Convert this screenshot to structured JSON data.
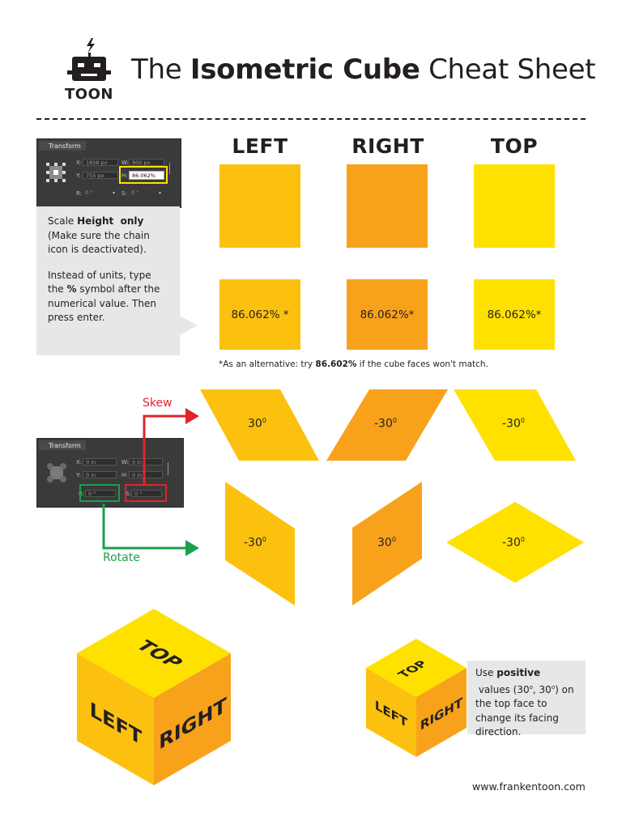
{
  "header": {
    "logo_text": "TOON",
    "title_pre": "The ",
    "title_bold": "Isometric Cube",
    "title_post": " Cheat Sheet"
  },
  "columns": [
    "LEFT",
    "RIGHT",
    "TOP"
  ],
  "colors": {
    "left": "#fcc10f",
    "right": "#f8a21c",
    "top": "#ffe100",
    "skew_red": "#e3242b",
    "rotate_green": "#1a9f4b",
    "panel_bg": "#e6e7e8",
    "text": "#231f20"
  },
  "transform_panel_1": {
    "tab": "Transform",
    "x_label": "X:",
    "x_value": "1858 px",
    "w_label": "W:",
    "w_value": "900 px",
    "y_label": "Y:",
    "y_value": "755 px",
    "h_label": "H:",
    "h_value": "86.062%",
    "r_label": "R:",
    "r_value": "0 °",
    "s_label": "S:",
    "s_value": "0 °"
  },
  "instructions": {
    "line1_pre": "Scale ",
    "line1_bold": "Height  only",
    "line1_post": " (Make sure the chain icon is deactivated).",
    "line2_pre": "Instead of units, type the ",
    "line2_bold": "%",
    "line2_post": " symbol after the numerical value. Then press enter."
  },
  "scale_values": [
    "86.062% *",
    "86.062%*",
    "86.062%*"
  ],
  "alternative": {
    "pre": "*As an alternative: try ",
    "bold": "86.602%",
    "post": " if the cube faces won't match."
  },
  "transform_panel_2": {
    "tab": "Transform",
    "x_label": "X:",
    "x_value": "0 in",
    "w_label": "W:",
    "w_value": "0 in",
    "y_label": "Y:",
    "y_value": "0 in",
    "h_label": "H:",
    "h_value": "0 in",
    "r_label": "R:",
    "r_value": "0 °",
    "s_label": "S:",
    "s_value": "0 °"
  },
  "arrows": {
    "skew": "Skew",
    "rotate": "Rotate"
  },
  "skew_values": [
    "30",
    "-30",
    "-30"
  ],
  "rotate_values": [
    "-30",
    "30",
    "-30"
  ],
  "degree_mark": "0",
  "cube_labels": {
    "top": "TOP",
    "left": "LEFT",
    "right": "RIGHT"
  },
  "info": {
    "pre": "Use ",
    "bold": "positive",
    "post1": " values (30",
    "sup1": "o",
    "mid": ", 30",
    "sup2": "o",
    "post2": ") on the top face to change its facing direction."
  },
  "footer": {
    "url": "www.frankentoon.com"
  }
}
